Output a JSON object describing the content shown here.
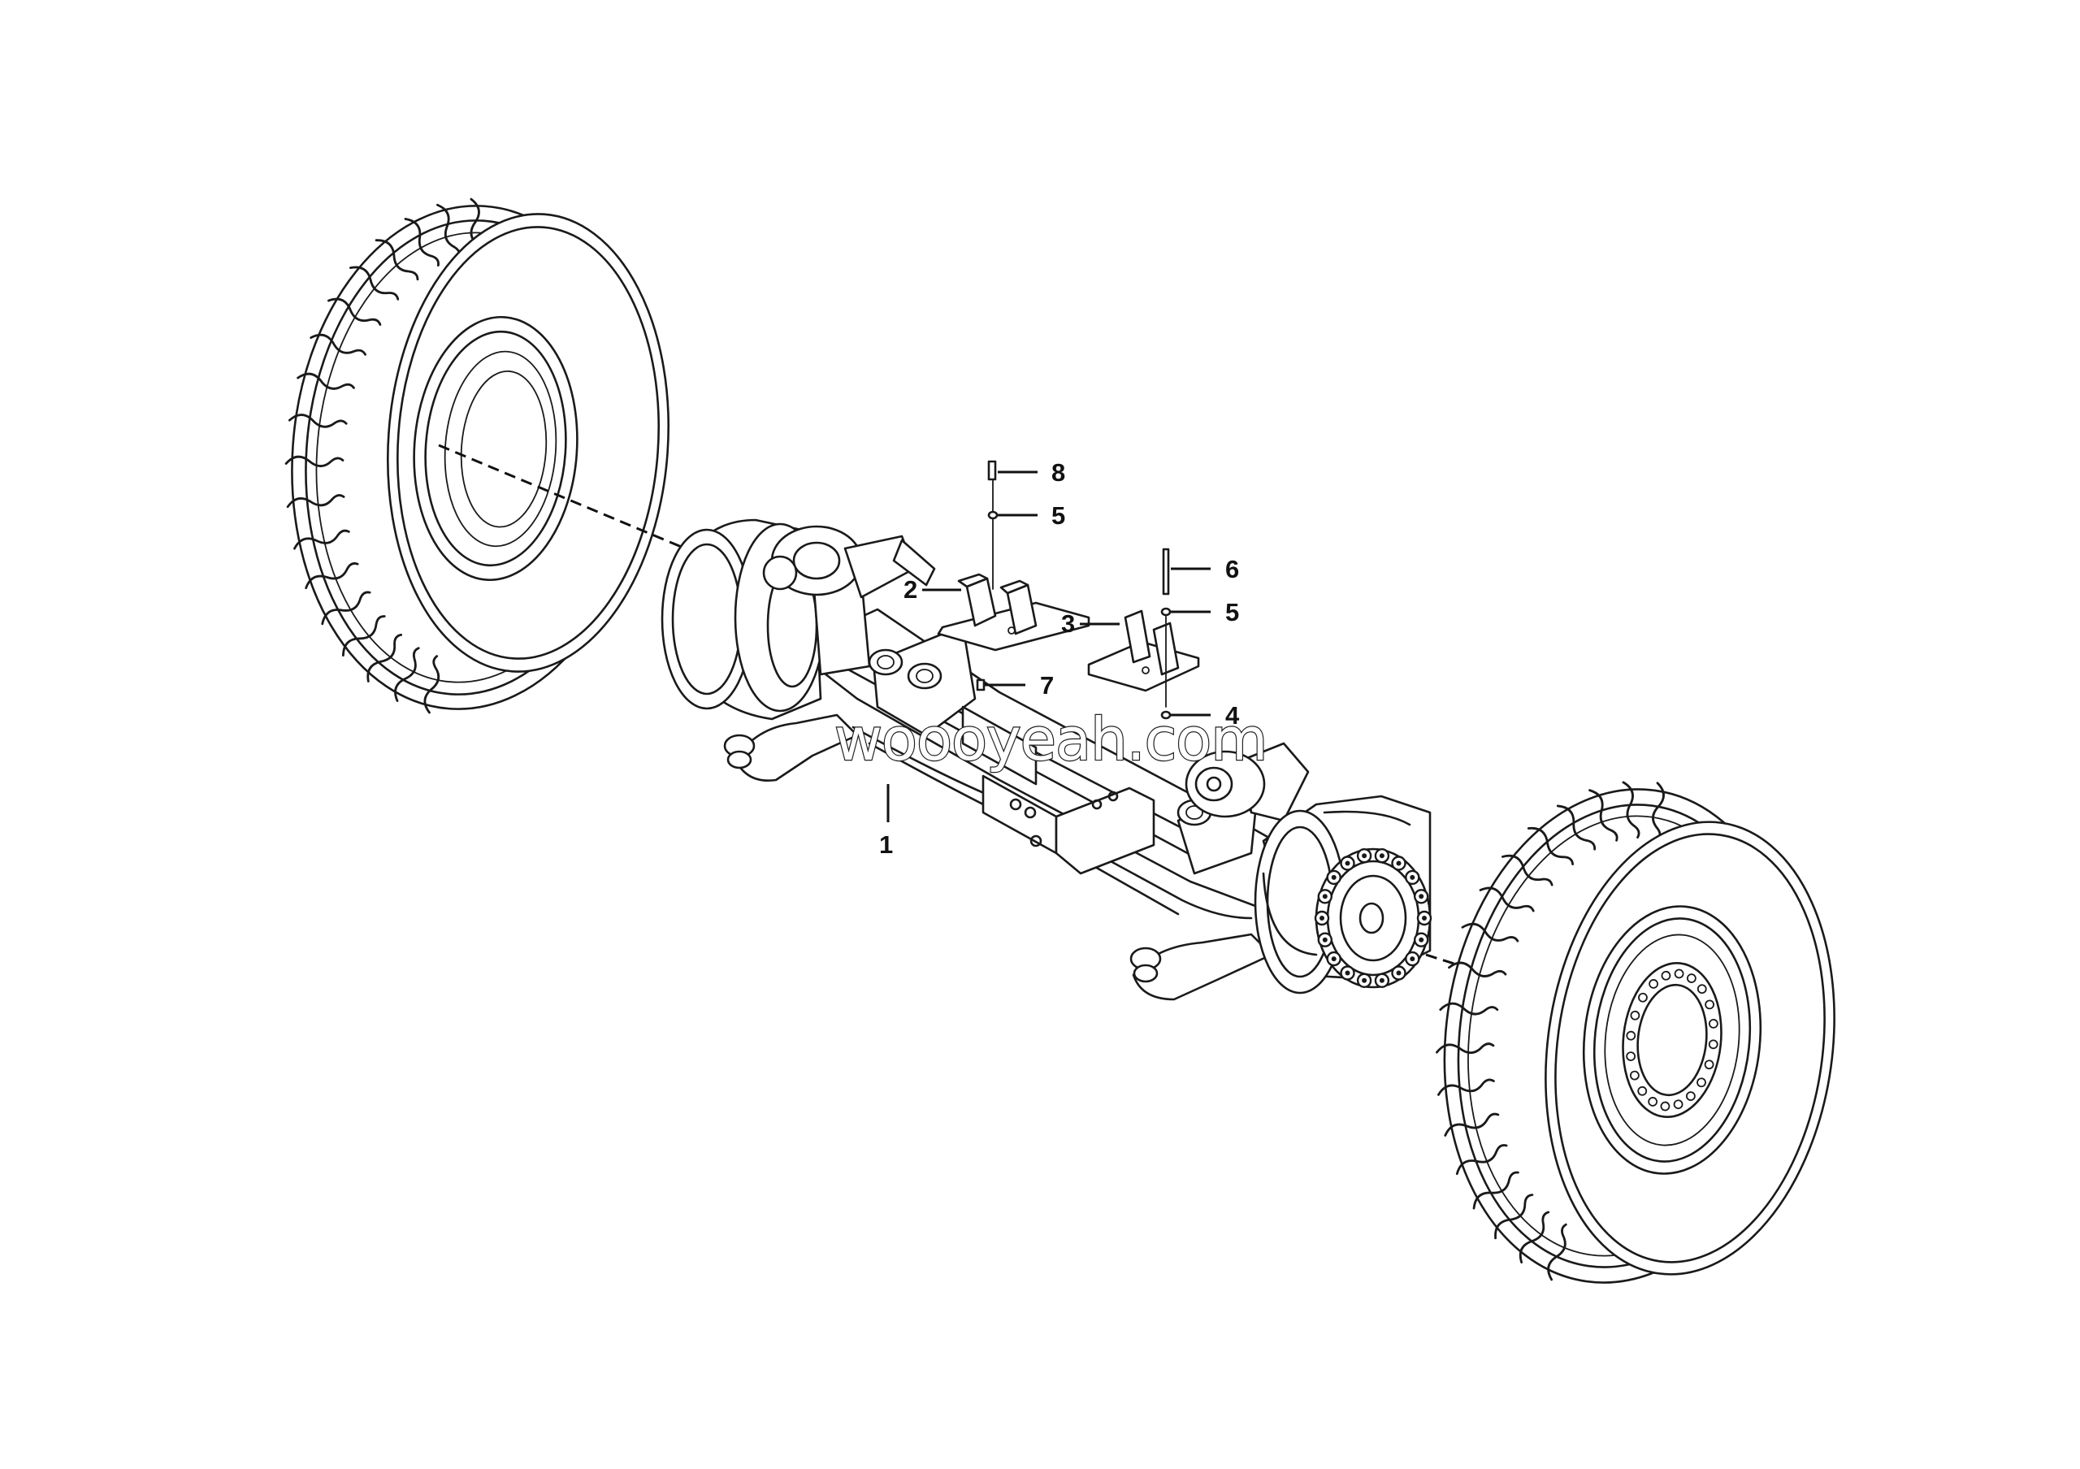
{
  "watermark": "woooyeah.com",
  "callouts": [
    "1",
    "2",
    "3",
    "4",
    "5",
    "5",
    "6",
    "7",
    "8"
  ]
}
